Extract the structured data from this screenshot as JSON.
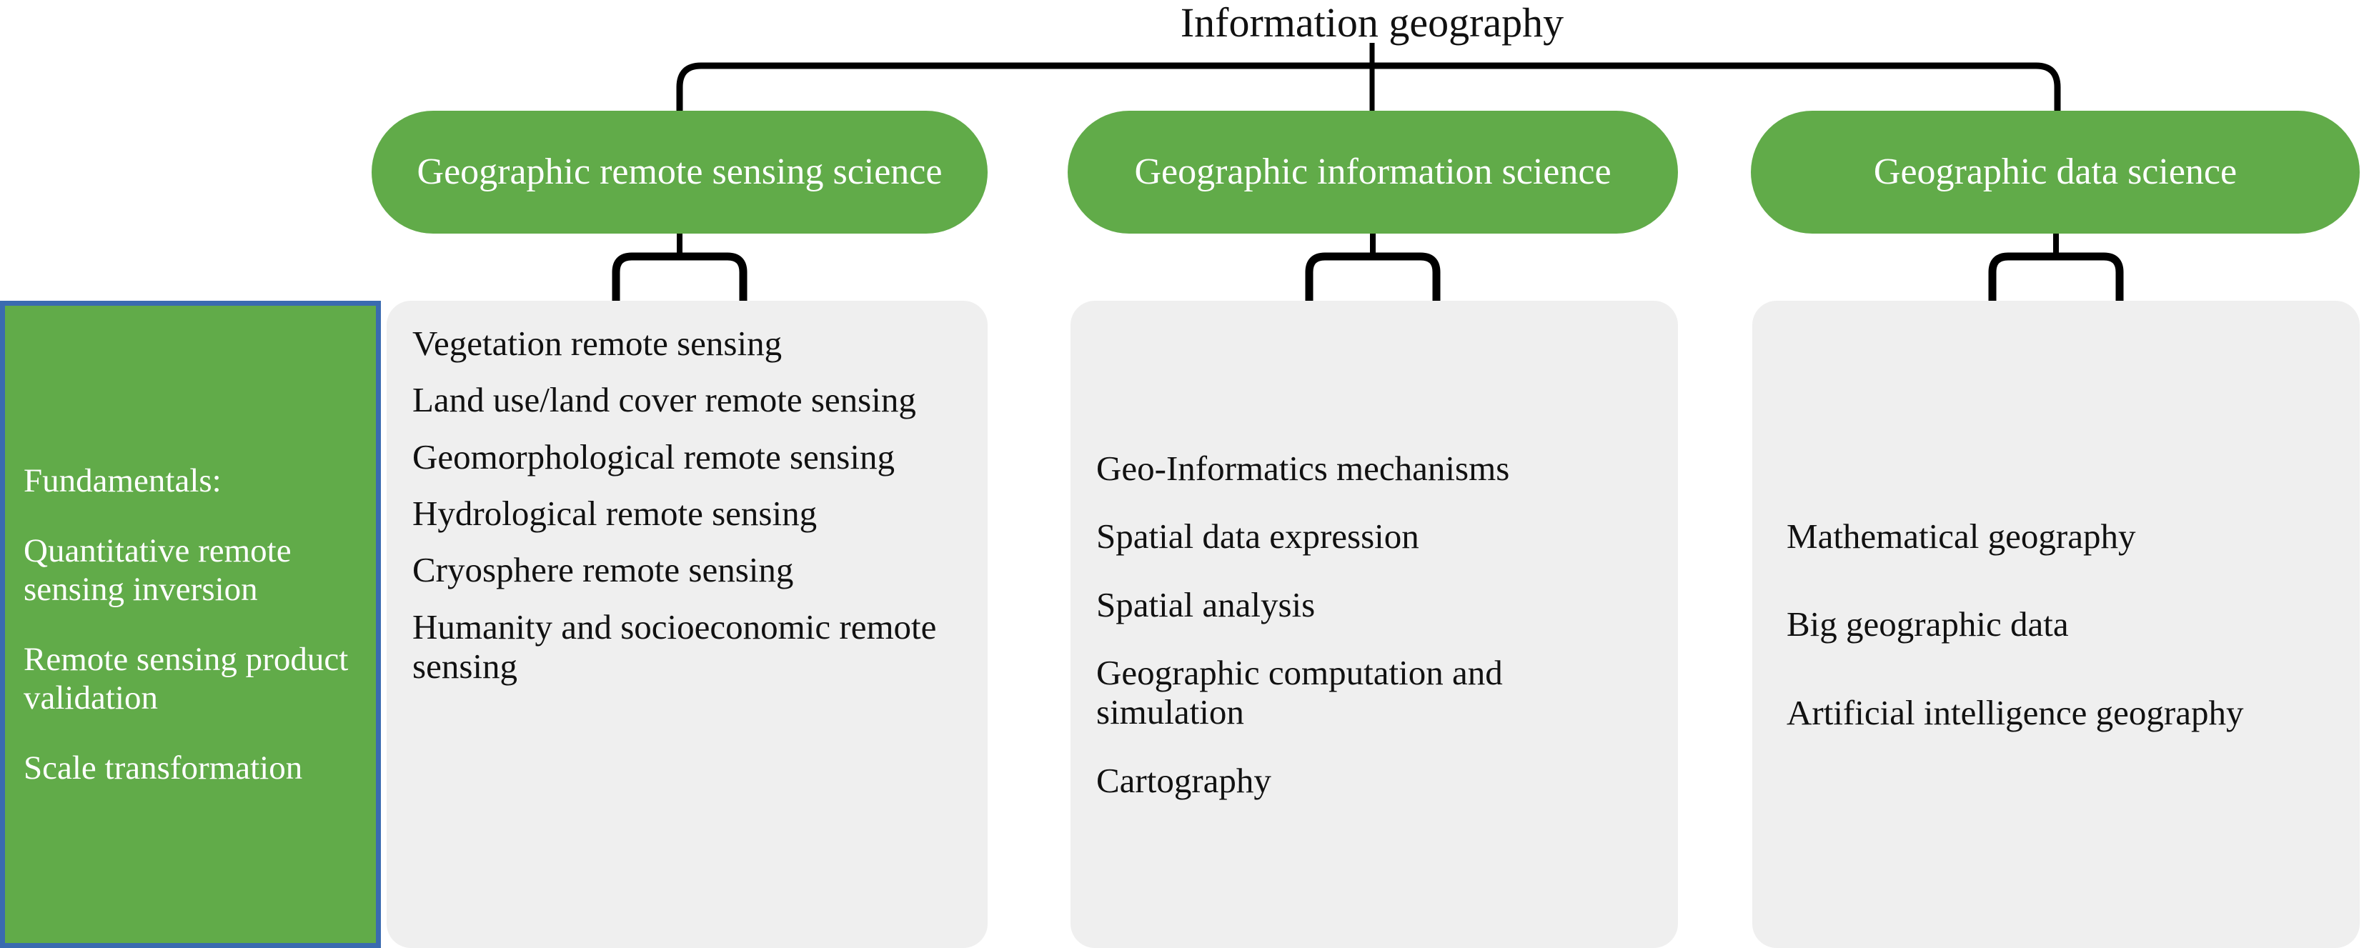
{
  "title": "Information geography",
  "colors": {
    "green": "#61AB49",
    "panel_gray": "#EFEFEF",
    "border_blue": "#3A6BB0",
    "text_dark": "#111111",
    "text_light": "#FFFFFF",
    "connector_line": "#000000"
  },
  "fundamentals": {
    "heading": "Fundamentals:",
    "items": [
      "Quantitative remote sensing inversion",
      "Remote sensing product validation",
      "Scale transformation"
    ]
  },
  "branches": [
    {
      "category": "Geographic remote sensing science",
      "topics": [
        "Vegetation remote sensing",
        "Land use/land cover remote sensing",
        "Geomorphological remote sensing",
        "Hydrological remote sensing",
        "Cryosphere remote sensing",
        "Humanity and socioeconomic remote sensing"
      ]
    },
    {
      "category": "Geographic information science",
      "topics": [
        "Geo-Informatics mechanisms",
        "Spatial data expression",
        "Spatial analysis",
        "Geographic computation and simulation",
        "Cartography"
      ]
    },
    {
      "category": "Geographic data science",
      "topics": [
        "Mathematical geography",
        "Big geographic data",
        "Artificial intelligence geography"
      ]
    }
  ]
}
